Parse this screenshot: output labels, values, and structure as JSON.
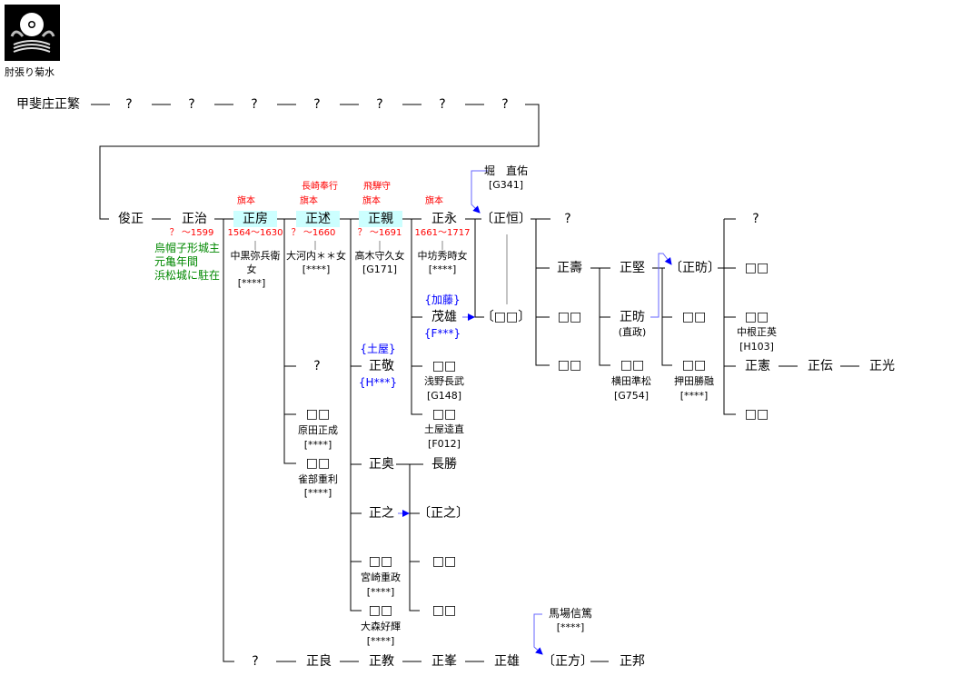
{
  "crest": {
    "name": "肘張り菊水"
  },
  "row1": {
    "root": "甲斐庄正繁",
    "unknowns": [
      "?",
      "?",
      "?",
      "?",
      "?",
      "?",
      "?"
    ]
  },
  "row2": {
    "toshimasa": "俊正",
    "masaharu": {
      "name": "正治",
      "dates": "？ ～1599",
      "notes": [
        "烏帽子形城主",
        "元亀年間",
        "浜松城に駐在"
      ]
    },
    "masafusa": {
      "name": "正房",
      "title": "旗本",
      "dates": "1564～1630",
      "spouse": [
        "中黒弥兵衛",
        "女"
      ],
      "ref": "[****]"
    },
    "masanobu": {
      "name": "正述",
      "title": "旗本",
      "office": "長崎奉行",
      "dates": "？ ～1660",
      "spouse": "大河内＊＊女",
      "ref": "[****]"
    },
    "masachika": {
      "name": "正親",
      "title": "旗本",
      "office": "飛騨守",
      "dates": "？ ～1691",
      "spouse": "高木守久女",
      "ref": "[G171]"
    },
    "masanaga": {
      "name": "正永",
      "title": "旗本",
      "dates": "1661～1717",
      "spouse": "中坊秀時女",
      "ref": "[****]"
    },
    "masatsune": {
      "name": "〔正恒〕",
      "origin": "堀　直佑",
      "origin_ref": "[G341]"
    },
    "q": "?"
  },
  "masanobu_children": [
    {
      "name": "?"
    },
    {
      "name": "□□",
      "spouse": "原田正成",
      "ref": "[****]"
    },
    {
      "name": "□□",
      "spouse": "雀部重利",
      "ref": "[****]"
    }
  ],
  "masachika_children": [
    {
      "name": "正敬",
      "top": "{土屋}",
      "bottom": "{H***}"
    },
    {
      "name": "正奥"
    },
    {
      "name": "正之"
    },
    {
      "name": "□□",
      "spouse": "宮崎重政",
      "ref": "[****]"
    },
    {
      "name": "□□",
      "spouse": "大森好輝",
      "ref": "[****]"
    }
  ],
  "masaoku_children": [
    "長勝",
    "〔正之〕",
    "□□",
    "□□"
  ],
  "masanaga_children": [
    {
      "name": "茂雄",
      "top": "{加藤}",
      "bottom": "{F***}"
    },
    {
      "name": "□□",
      "spouse": "浅野長武",
      "ref": "[G148]"
    },
    {
      "name": "□□",
      "spouse": "土屋逵直",
      "ref": "[F012]"
    }
  ],
  "adopted_daughter": "〔□□〕",
  "masatsune_children": [
    "?",
    "正壽",
    "□□",
    "□□"
  ],
  "masahisa_children": [
    {
      "name": "正堅"
    },
    {
      "name": "正昉",
      "alias": "(直政)"
    },
    {
      "name": "□□",
      "spouse": "横田準松",
      "ref": "[G754]"
    }
  ],
  "masakata_children": [
    {
      "name": "〔正昉〕"
    },
    {
      "name": "□□"
    },
    {
      "name": "□□",
      "spouse": "押田勝融",
      "ref": "[****]"
    }
  ],
  "masaaki_children": [
    {
      "name": "?"
    },
    {
      "name": "□□"
    },
    {
      "name": "□□",
      "spouse": "中根正英",
      "ref": "[H103]"
    },
    {
      "name": "正憲"
    },
    {
      "name": "□□"
    }
  ],
  "masanori_line": [
    "正伝",
    "正光"
  ],
  "bottom_line": {
    "names": [
      "?",
      "正良",
      "正教",
      "正峯",
      "正雄",
      "〔正方〕",
      "正邦"
    ],
    "origin": "馬場信篤",
    "origin_ref": "[****]"
  },
  "colors": {
    "highlight": "#ccffff",
    "title": "#ff0000",
    "note": "#008000",
    "adoption": "#0000ff"
  }
}
